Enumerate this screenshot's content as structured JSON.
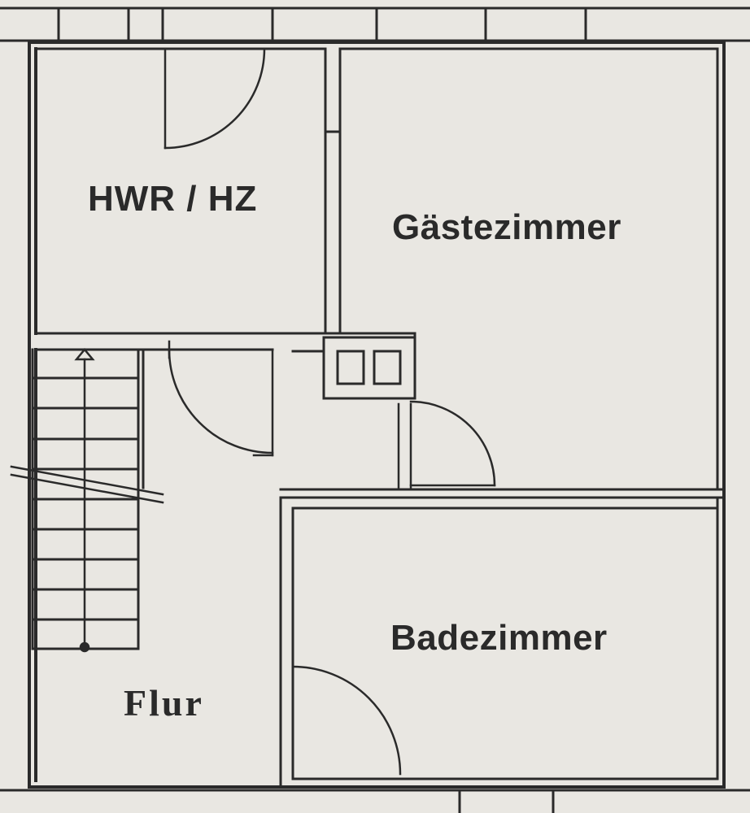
{
  "rooms": {
    "hwr": "HWR / HZ",
    "gaeste": "Gästezimmer",
    "bad": "Badezimmer",
    "flur": "Flur"
  },
  "colors": {
    "paper": "#e9e7e2",
    "ink": "#2a2a2a"
  }
}
